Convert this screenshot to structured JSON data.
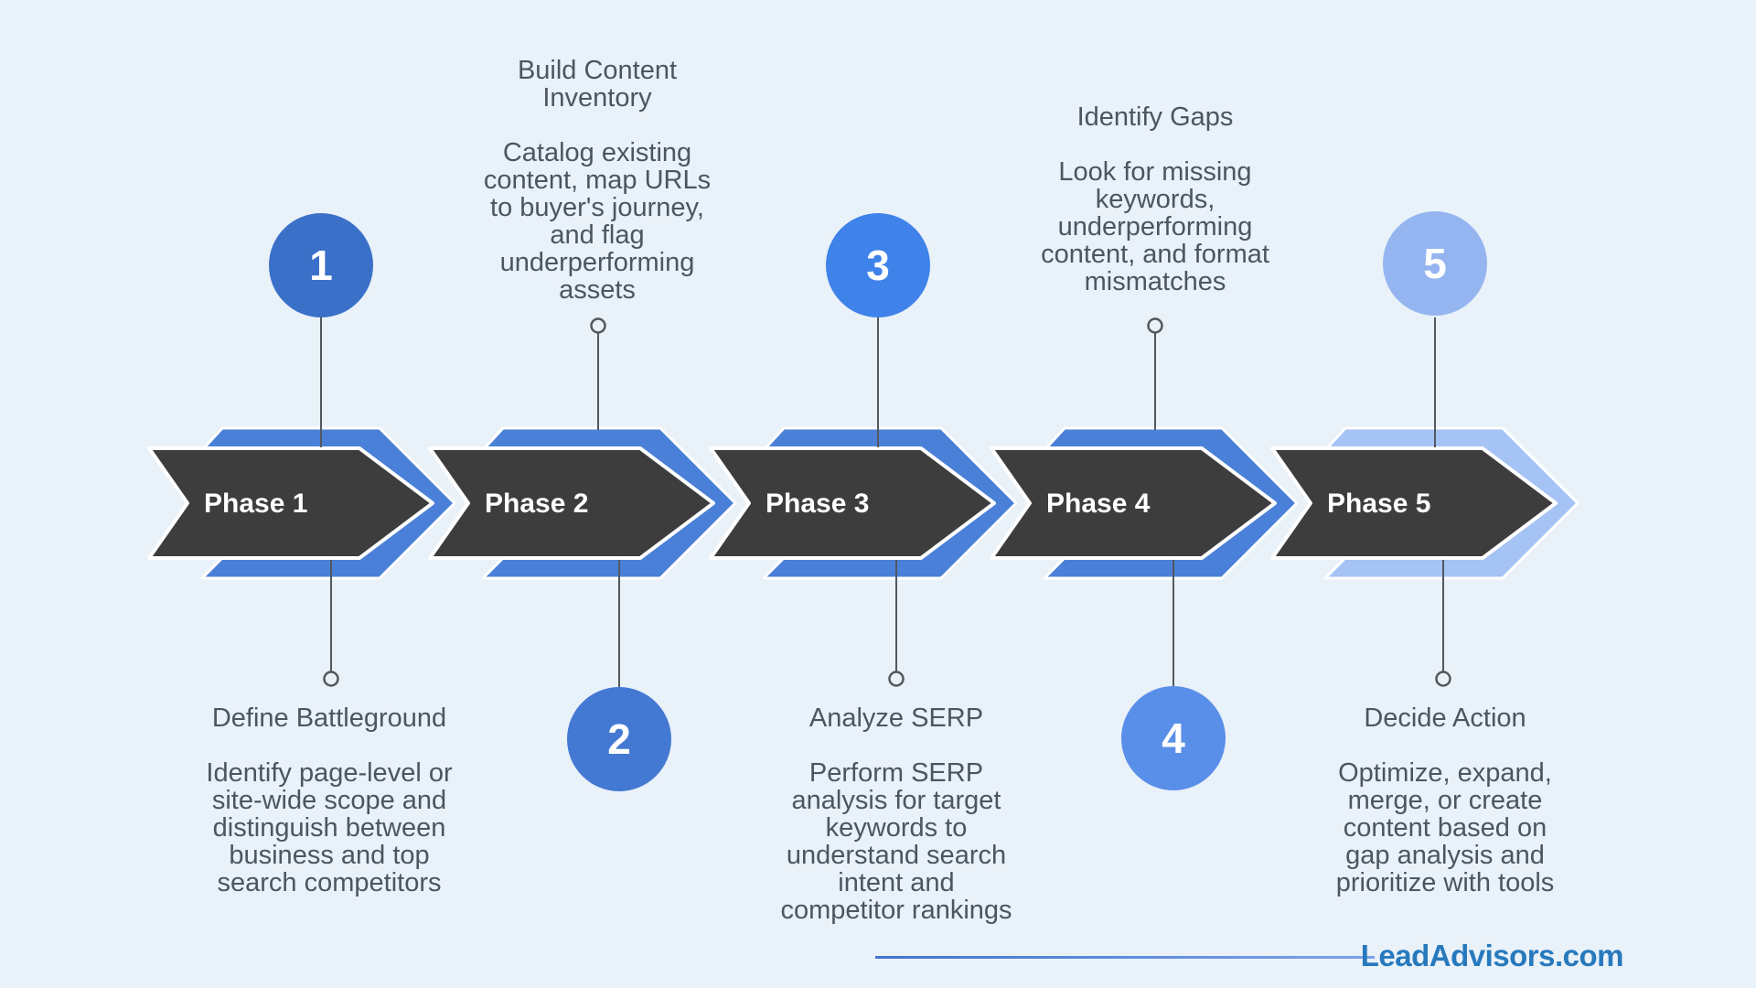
{
  "page": {
    "background": "#e9f1f9"
  },
  "colors": {
    "arrow_dark": "#3d3d3d",
    "text": "#4c5660",
    "connector": "#53585e",
    "footer_line": "#4a7fd9",
    "white_outline": "#ffffff"
  },
  "phases": [
    {
      "number": "1",
      "label": "Phase 1",
      "title": "Define Battleground",
      "body": "Identify page-level or\nsite-wide scope and\ndistinguish between\nbusiness and top\nsearch competitors",
      "chevron_color": "#4a80d8",
      "badge_color": "#3b70c8"
    },
    {
      "number": "2",
      "label": "Phase 2",
      "title": "Build Content\nInventory",
      "body": "Catalog existing\ncontent, map URLs\nto buyer's journey,\nand flag\nunderperforming\nassets",
      "chevron_color": "#4a80d8",
      "badge_color": "#4479d3"
    },
    {
      "number": "3",
      "label": "Phase 3",
      "title": "Analyze SERP",
      "body": "Perform SERP\nanalysis for target\nkeywords to\nunderstand search\nintent and\ncompetitor rankings",
      "chevron_color": "#4a80d8",
      "badge_color": "#3e82ea"
    },
    {
      "number": "4",
      "label": "Phase 4",
      "title": "Identify Gaps",
      "body": "Look for missing\nkeywords,\nunderperforming\ncontent, and format\nmismatches",
      "chevron_color": "#4a80d8",
      "badge_color": "#5a8fe9"
    },
    {
      "number": "5",
      "label": "Phase 5",
      "title": "Decide Action",
      "body": "Optimize, expand,\nmerge, or create\ncontent based on\ngap analysis and\nprioritize with tools",
      "chevron_color": "#a6c3f5",
      "badge_color": "#94b5f0"
    }
  ],
  "footer": {
    "brand": "LeadAdvisors.com",
    "brand_color": "#2779bd"
  }
}
